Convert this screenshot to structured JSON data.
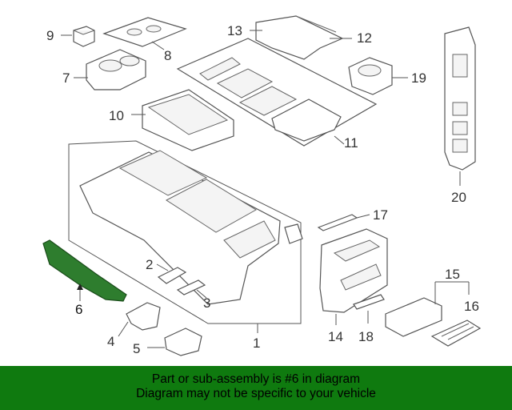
{
  "callouts": {
    "c1": "1",
    "c2": "2",
    "c3": "3",
    "c4": "4",
    "c5": "5",
    "c6": "6",
    "c7": "7",
    "c8": "8",
    "c9": "9",
    "c10": "10",
    "c11": "11",
    "c12": "12",
    "c13": "13",
    "c14": "14",
    "c15": "15",
    "c16": "16",
    "c17": "17",
    "c18": "18",
    "c19": "19",
    "c20": "20"
  },
  "highlight_part": "6",
  "colors": {
    "highlight": "#2e7d2e",
    "banner": "#0f7a0f"
  },
  "banner": {
    "line1": "Part or sub-assembly is #6 in diagram",
    "line2": "Diagram may not be specific to your vehicle"
  }
}
